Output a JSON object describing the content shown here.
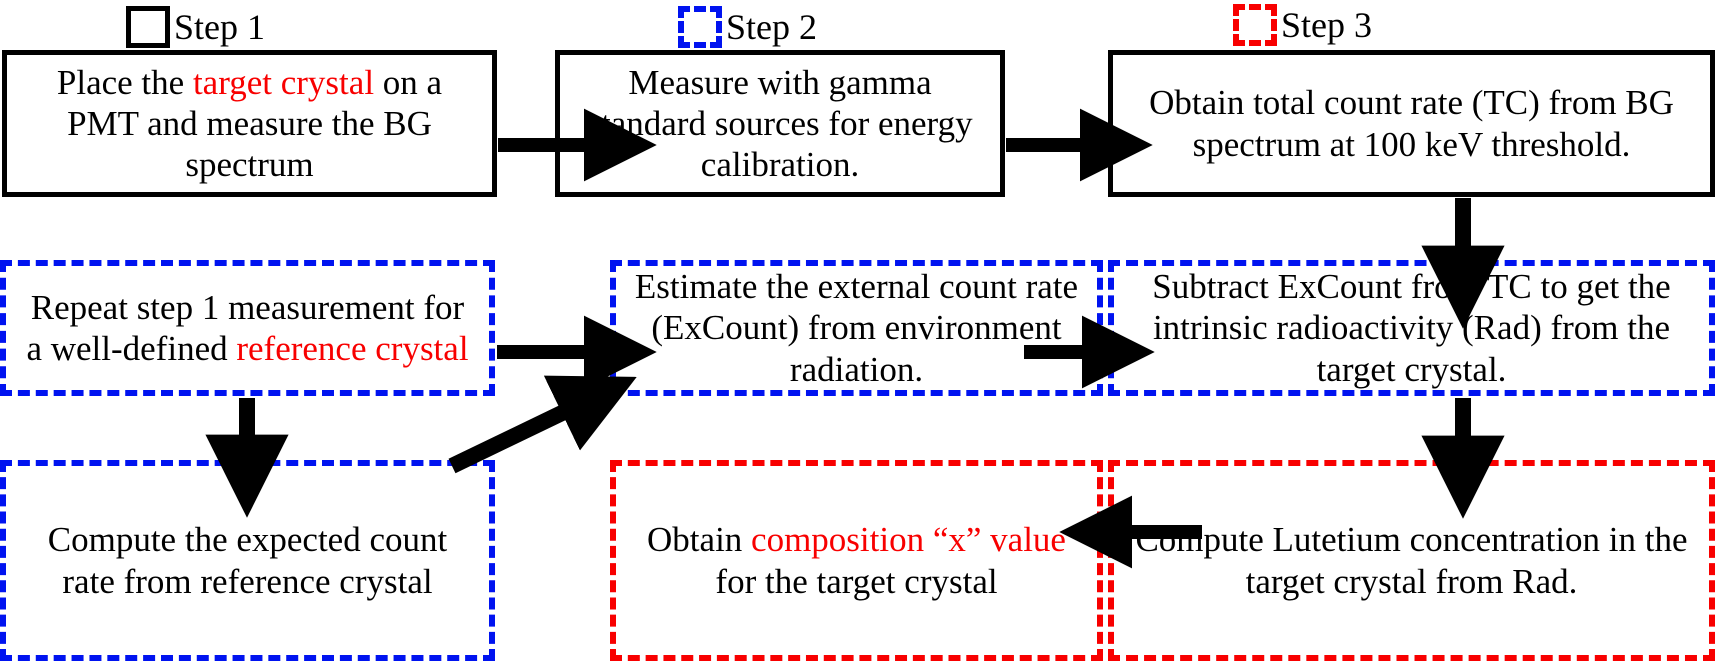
{
  "legend": {
    "items": [
      {
        "name": "step-1",
        "label": "Step 1",
        "style": "solid",
        "color": "#000000"
      },
      {
        "name": "step-2",
        "label": "Step 2",
        "style": "dashed",
        "color": "#0013f0"
      },
      {
        "name": "step-3",
        "label": "Step 3",
        "style": "dash-dot",
        "color": "#f80000"
      }
    ]
  },
  "colors": {
    "black": "#000000",
    "blue": "#0013f0",
    "red": "#f80000",
    "highlight": "#f80000"
  },
  "boxes": {
    "b1": {
      "id": "place-target-crystal",
      "border": "solid-black",
      "segments": [
        {
          "text": "Place the ",
          "color": "black"
        },
        {
          "text": "target crystal",
          "color": "red"
        },
        {
          "text": " on a PMT and measure the BG spectrum",
          "color": "black"
        }
      ],
      "plain": "Place the target crystal on a PMT and measure the BG spectrum"
    },
    "b2": {
      "id": "measure-gamma-standard",
      "border": "solid-black",
      "segments": [
        {
          "text": "Measure with gamma standard sources for energy calibration.",
          "color": "black"
        }
      ],
      "plain": "Measure with gamma standard sources for energy calibration."
    },
    "b3": {
      "id": "obtain-total-count-rate",
      "border": "solid-black",
      "segments": [
        {
          "text": "Obtain total count rate (TC) from BG spectrum at 100 keV threshold.",
          "color": "black"
        }
      ],
      "plain": "Obtain total count rate (TC) from BG spectrum at 100 keV threshold."
    },
    "b4": {
      "id": "repeat-step1-reference",
      "border": "dashed-blue",
      "segments": [
        {
          "text": "Repeat step 1 measurement for a well-defined ",
          "color": "black"
        },
        {
          "text": "reference crystal",
          "color": "red"
        }
      ],
      "plain": "Repeat step 1 measurement for a well-defined reference crystal"
    },
    "b5": {
      "id": "estimate-external-count-rate",
      "border": "dashed-blue",
      "segments": [
        {
          "text": "Estimate the external count rate (ExCount) from environment radiation.",
          "color": "black"
        }
      ],
      "plain": "Estimate the external count rate (ExCount) from environment radiation."
    },
    "b6": {
      "id": "subtract-excount-from-tc",
      "border": "dashed-blue",
      "segments": [
        {
          "text": "Subtract ExCount from TC to get the intrinsic radioactivity (Rad) from the target crystal.",
          "color": "black"
        }
      ],
      "plain": "Subtract ExCount from TC to get the intrinsic radioactivity (Rad) from the target crystal."
    },
    "b7": {
      "id": "compute-expected-count-rate",
      "border": "dashed-blue",
      "segments": [
        {
          "text": "Compute the expected count rate from reference crystal",
          "color": "black"
        }
      ],
      "plain": "Compute the expected count rate from reference crystal"
    },
    "b8": {
      "id": "obtain-composition-x-value",
      "border": "dash-dot-red",
      "segments": [
        {
          "text": "Obtain ",
          "color": "black"
        },
        {
          "text": "composition “x” value",
          "color": "red"
        },
        {
          "text": " for the target crystal",
          "color": "black"
        }
      ],
      "plain": "Obtain composition “x” value for the target crystal"
    },
    "b9": {
      "id": "compute-lutetium-concentration",
      "border": "dash-dot-red",
      "segments": [
        {
          "text": "Compute Lutetium concentration in the target crystal from Rad.",
          "color": "black"
        }
      ],
      "plain": "Compute Lutetium concentration in the target crystal from Rad."
    }
  },
  "arrows": [
    {
      "name": "arrow-b1-to-b2",
      "from": "b1",
      "to": "b2",
      "direction": "right"
    },
    {
      "name": "arrow-b2-to-b3",
      "from": "b2",
      "to": "b3",
      "direction": "right"
    },
    {
      "name": "arrow-b3-to-b6",
      "from": "b3",
      "to": "b6",
      "direction": "down"
    },
    {
      "name": "arrow-b4-to-b5",
      "from": "b4",
      "to": "b5",
      "direction": "right"
    },
    {
      "name": "arrow-b5-to-b6",
      "from": "b5",
      "to": "b6",
      "direction": "right"
    },
    {
      "name": "arrow-b4-to-b7",
      "from": "b4",
      "to": "b7",
      "direction": "down"
    },
    {
      "name": "arrow-b7-to-b5",
      "from": "b7",
      "to": "b5",
      "direction": "diagonal-up-right"
    },
    {
      "name": "arrow-b6-to-b9",
      "from": "b6",
      "to": "b9",
      "direction": "down"
    },
    {
      "name": "arrow-b9-to-b8",
      "from": "b9",
      "to": "b8",
      "direction": "left"
    }
  ]
}
